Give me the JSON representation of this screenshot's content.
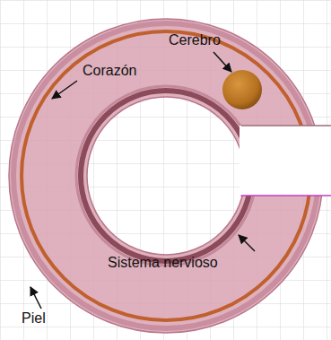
{
  "diagram": {
    "labels": [
      "Corazón",
      "Cerebro",
      "Sistema nervioso",
      "Piel"
    ]
  }
}
